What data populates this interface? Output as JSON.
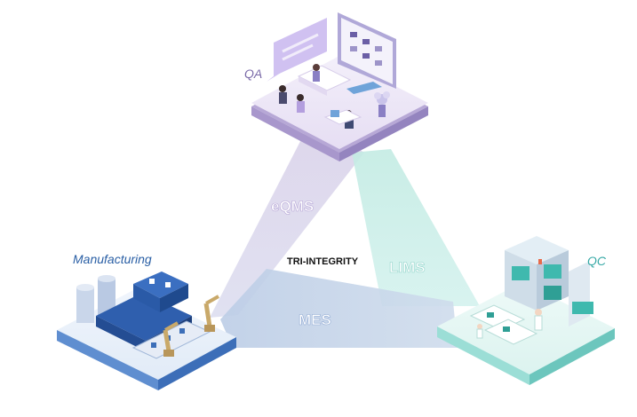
{
  "nodes": {
    "qa": {
      "label": "QA",
      "color": "#7a6aa8"
    },
    "manufacturing": {
      "label": "Manufacturing",
      "color": "#2a5fa5"
    },
    "qc": {
      "label": "QC",
      "color": "#37a9a6"
    }
  },
  "connections": {
    "eqms": {
      "label": "eQMS",
      "color": "#cbbbe0"
    },
    "lims": {
      "label": "LIMS",
      "color": "#bfe6e2"
    },
    "mes": {
      "label": "MES",
      "color": "#b9cbe4"
    }
  },
  "center": {
    "label": "TRI-INTEGRITY"
  }
}
